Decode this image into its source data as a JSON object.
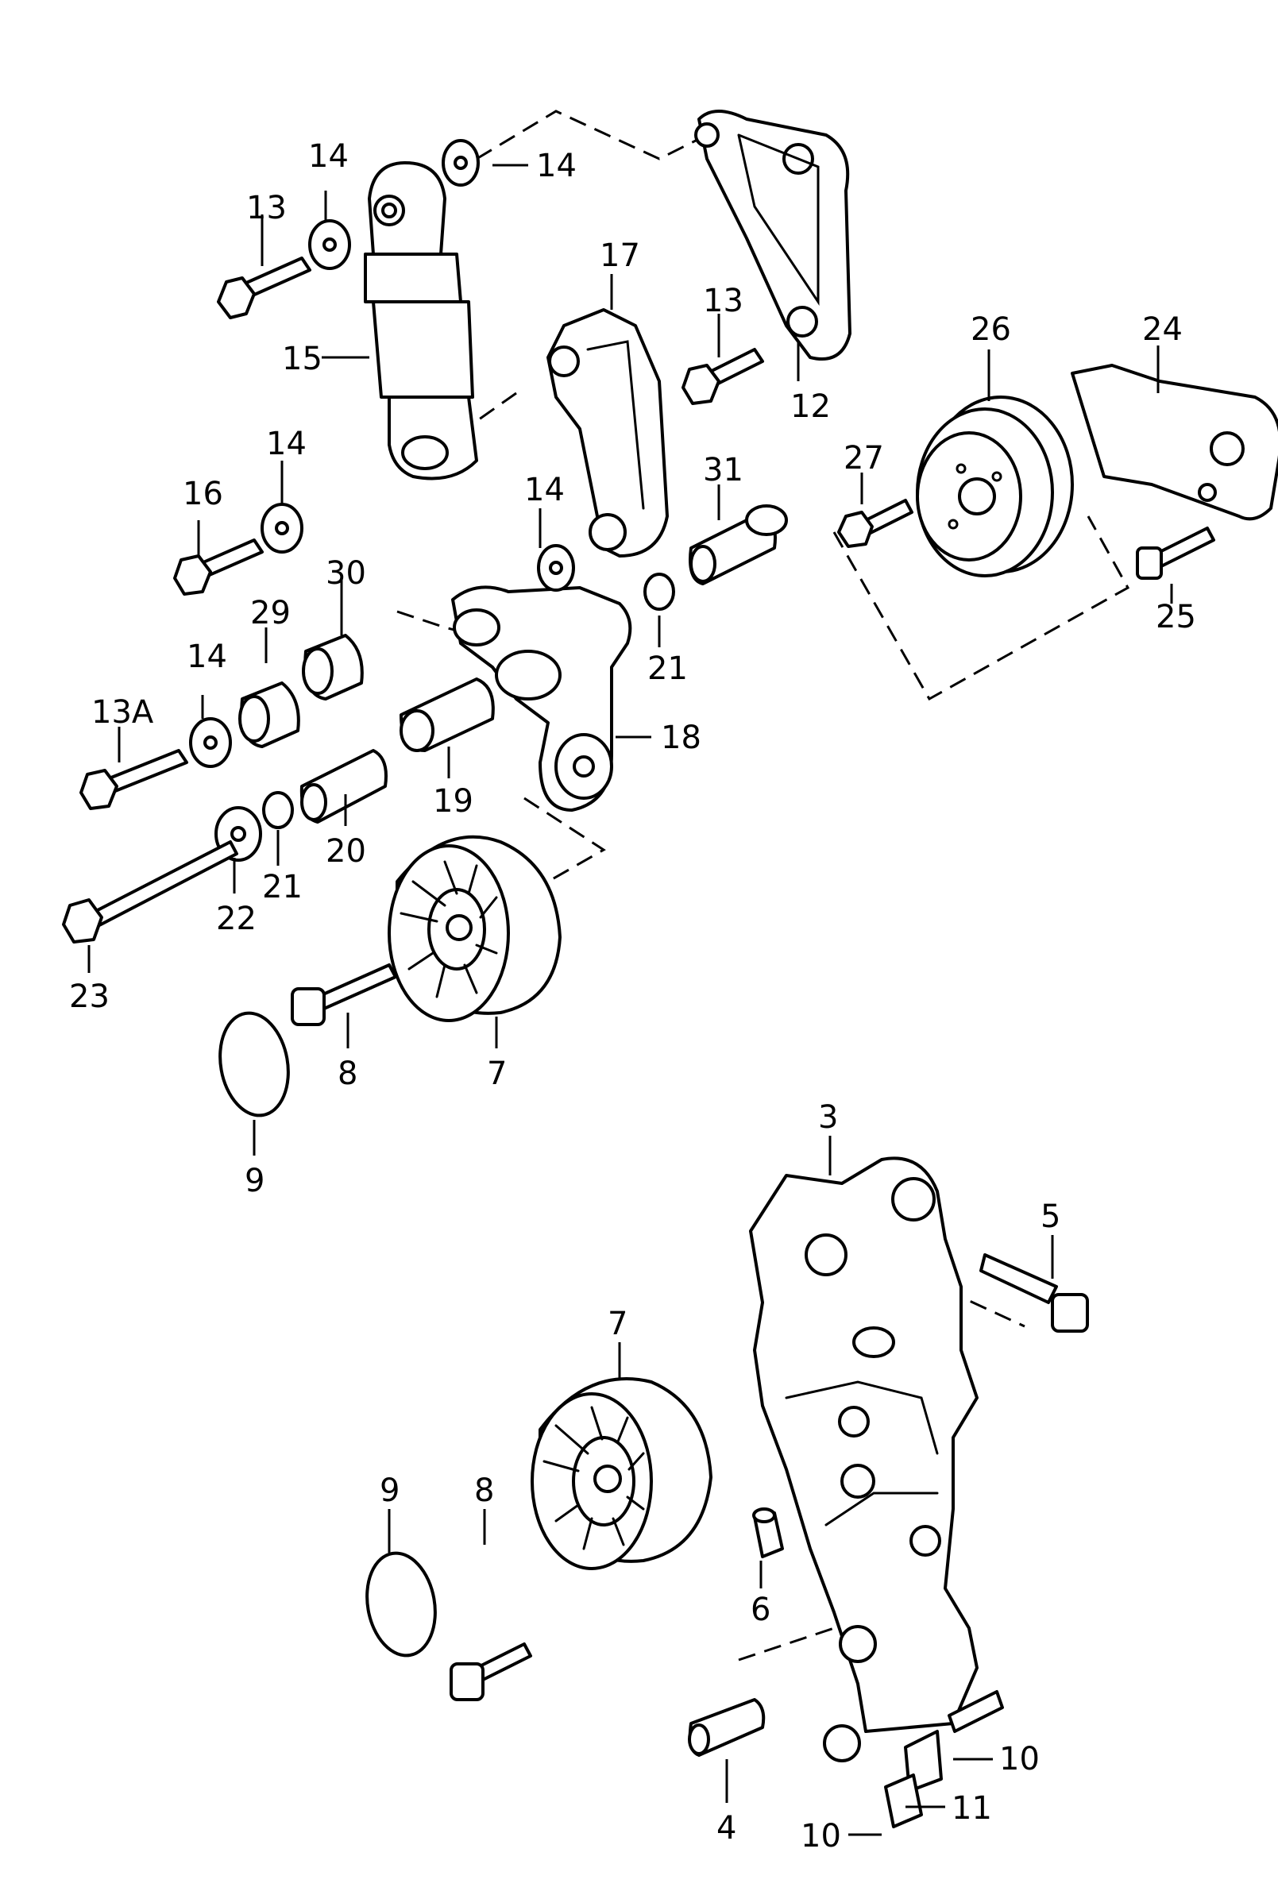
{
  "callouts": {
    "c3": "3",
    "c4": "4",
    "c5": "5",
    "c6": "6",
    "c7a": "7",
    "c7b": "7",
    "c8a": "8",
    "c8b": "8",
    "c9a": "9",
    "c9b": "9",
    "c10a": "10",
    "c10b": "10",
    "c11": "11",
    "c12": "12",
    "c13a": "13",
    "c13b": "13",
    "c13A": "13A",
    "c14a": "14",
    "c14b": "14",
    "c14c": "14",
    "c14d": "14",
    "c14e": "14",
    "c15": "15",
    "c16": "16",
    "c17": "17",
    "c18": "18",
    "c19": "19",
    "c20": "20",
    "c21a": "21",
    "c21b": "21",
    "c22": "22",
    "c23": "23",
    "c24": "24",
    "c25": "25",
    "c26": "26",
    "c27": "27",
    "c29": "29",
    "c30": "30",
    "c31": "31"
  }
}
